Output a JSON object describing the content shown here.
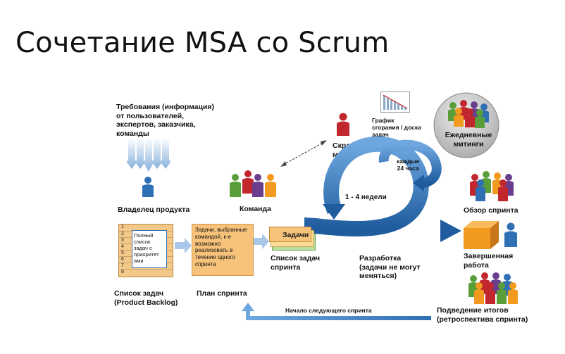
{
  "title": "Сочетание MSA со Scrum",
  "requirements_lines": [
    "Требования (информация)",
    "от пользователей,",
    "экспертов, заказчика,",
    "команды"
  ],
  "product_owner": "Владелец продукта",
  "team": "Команда",
  "scrum_master": [
    "Скрам",
    "мастер"
  ],
  "burndown": [
    "График",
    "сгорания / доска",
    "задач"
  ],
  "daily": [
    "Ежедневные",
    "митинги"
  ],
  "every24": [
    "каждые",
    "24 часа"
  ],
  "weeks": "1 - 4 недели",
  "sprint_review": "Обзор спринта",
  "backlog_numbers": [
    "1",
    "2",
    "3",
    "4",
    "5",
    "6",
    "7",
    "8"
  ],
  "backlog_note": [
    "Полный",
    "список",
    "задач с",
    "приоритет",
    "ами"
  ],
  "backlog_label": [
    "Список задач",
    "(Product Backlog)"
  ],
  "plan_note": [
    "Задачи, выбранные",
    "командой, к-е",
    "возможно",
    "реализовать в",
    "течение одного",
    "спринта"
  ],
  "plan_label": "План спринта",
  "tasks_card": "Задачи",
  "sprint_tasks": [
    "Список задач",
    "спринта"
  ],
  "development": [
    "Разработка",
    "(задачи не могут",
    "меняться)"
  ],
  "done_work": [
    "Завершенная",
    "работа"
  ],
  "retro": [
    "Подведение итогов",
    "(ретроспектива спринта)"
  ],
  "next_sprint": "Начало следующего спринта",
  "colors": {
    "blue": "#2f6fb3",
    "blue_light": "#4a90d9",
    "orange": "#f29a1f",
    "red": "#c1272d",
    "green": "#5a9e3a",
    "purple": "#6a3e8f",
    "tan": "#f3c98b"
  }
}
